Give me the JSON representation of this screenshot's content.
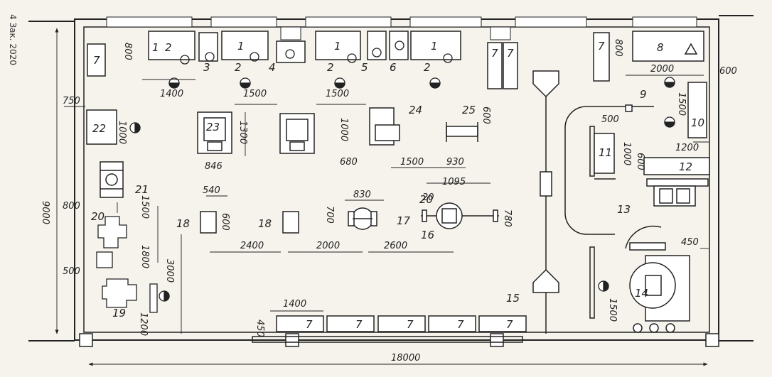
{
  "side_note": "4 Зак. 2020",
  "overall": {
    "width": "18000",
    "height": "9000"
  },
  "dimensions": {
    "d800_top_left": "800",
    "d1400": "1400",
    "d1500_a": "1500",
    "d1500_b": "1500",
    "d750": "750",
    "d1000_22": "1000",
    "d1300": "1300",
    "d846": "846",
    "d1000_24": "1000",
    "d680": "680",
    "d1500_c": "1500",
    "d930": "930",
    "d600_25": "600",
    "d800_left": "800",
    "d1500_left": "1500",
    "d1800": "1800",
    "d3000": "3000",
    "d500_left": "500",
    "d1200_left": "1200",
    "d540": "540",
    "d600_18": "600",
    "d830": "830",
    "d700": "700",
    "d20_b": "20",
    "d1095": "1095",
    "d780": "780",
    "d2400": "2400",
    "d2000_bottom": "2000",
    "d2600": "2600",
    "d1400_bottom": "1400",
    "d450_bottom": "450",
    "d800_right": "800",
    "d2000_right": "2000",
    "d600_right": "600",
    "d500_right": "500",
    "d1500_right": "1500",
    "d1000_right": "1000",
    "d600_right2": "600",
    "d1200_right": "1200",
    "d450_right": "450",
    "d1500_r_bottom": "1500"
  },
  "labels": {
    "n1a": "1",
    "n1b": "1",
    "n1c": "1",
    "n1d": "1",
    "n2a": "2",
    "n2b": "2",
    "n2c": "2",
    "n2d": "2",
    "n3": "3",
    "n4": "4",
    "n5": "5",
    "n6": "6",
    "n7_tl": "7",
    "n7_m1": "7",
    "n7_m2": "7",
    "n7_r": "7",
    "n7_b1": "7",
    "n7_b2": "7",
    "n7_b3": "7",
    "n7_b4": "7",
    "n7_b5": "7",
    "n8": "8",
    "n9": "9",
    "n10": "10",
    "n11": "11",
    "n12": "12",
    "n13": "13",
    "n14": "14",
    "n15": "15",
    "n16": "16",
    "n17": "17",
    "n18a": "18",
    "n18b": "18",
    "n19": "19",
    "n20a": "20",
    "n20b": "20",
    "n21": "21",
    "n22": "22",
    "n23": "23",
    "n24": "24",
    "n25": "25"
  }
}
